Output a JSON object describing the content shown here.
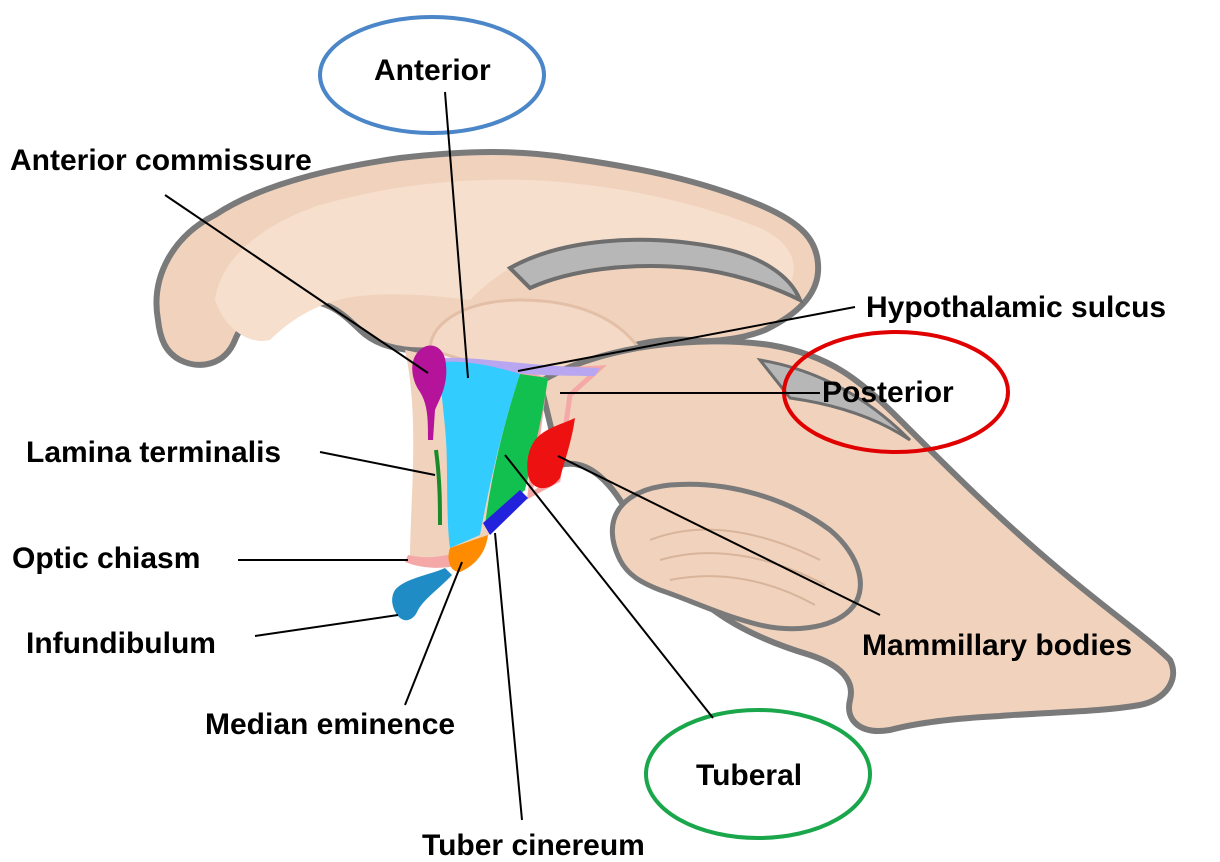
{
  "labels": {
    "anterior": "Anterior",
    "anterior_commissure": "Anterior commissure",
    "hypothalamic_sulcus": "Hypothalamic sulcus",
    "posterior": "Posterior",
    "lamina_terminalis": "Lamina terminalis",
    "optic_chiasm": "Optic chiasm",
    "infundibulum": "Infundibulum",
    "mammillary_bodies": "Mammillary bodies",
    "median_eminence": "Median eminence",
    "tuberal": "Tuberal",
    "tuber_cinereum": "Tuber cinereum"
  },
  "region_colors": {
    "anterior": "#4a86c8",
    "posterior": "#e00000",
    "tuberal": "#1aa64a"
  },
  "structure_colors": {
    "brain_fill": "#f1d3bd",
    "brain_outline": "#7a7a7a",
    "anterior_commissure": "#b4139a",
    "anterior_region": "#33ccff",
    "tuberal_region": "#12c050",
    "mammillary_bodies": "#ee1111",
    "median_eminence": "#ff8c00",
    "tuber_cinereum": "#2222dd",
    "infundibulum": "#1f8cc6",
    "lamina_terminalis": "#1a8a2a",
    "hypothalamic_sulcus": "#b8a6f0",
    "outline_pink": "#f4a8a8"
  }
}
